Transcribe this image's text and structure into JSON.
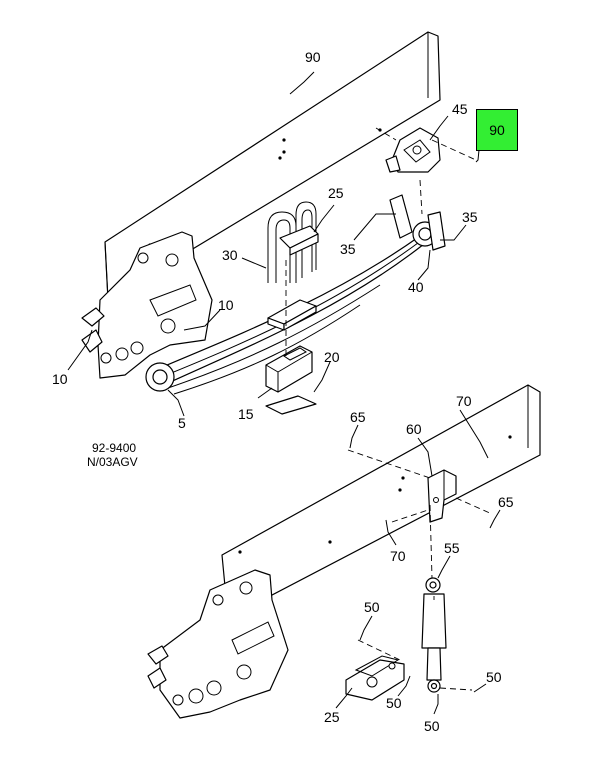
{
  "highlight": {
    "label": "90",
    "color": "#33ee33"
  },
  "reference": {
    "line1": "92-9400",
    "line2": "N/03AGV"
  },
  "callouts": {
    "c90_top": "90",
    "c45": "45",
    "c25_top": "25",
    "c35_left": "35",
    "c35_right": "35",
    "c30": "30",
    "c40": "40",
    "c10_right": "10",
    "c10_left": "10",
    "c20": "20",
    "c15": "15",
    "c5": "5",
    "c65_top": "65",
    "c60": "60",
    "c70_top": "70",
    "c65_right": "65",
    "c70_bottom": "70",
    "c55": "55",
    "c50_top": "50",
    "c50_mid": "50",
    "c50_right": "50",
    "c50_bottom": "50",
    "c25_bottom": "25"
  }
}
